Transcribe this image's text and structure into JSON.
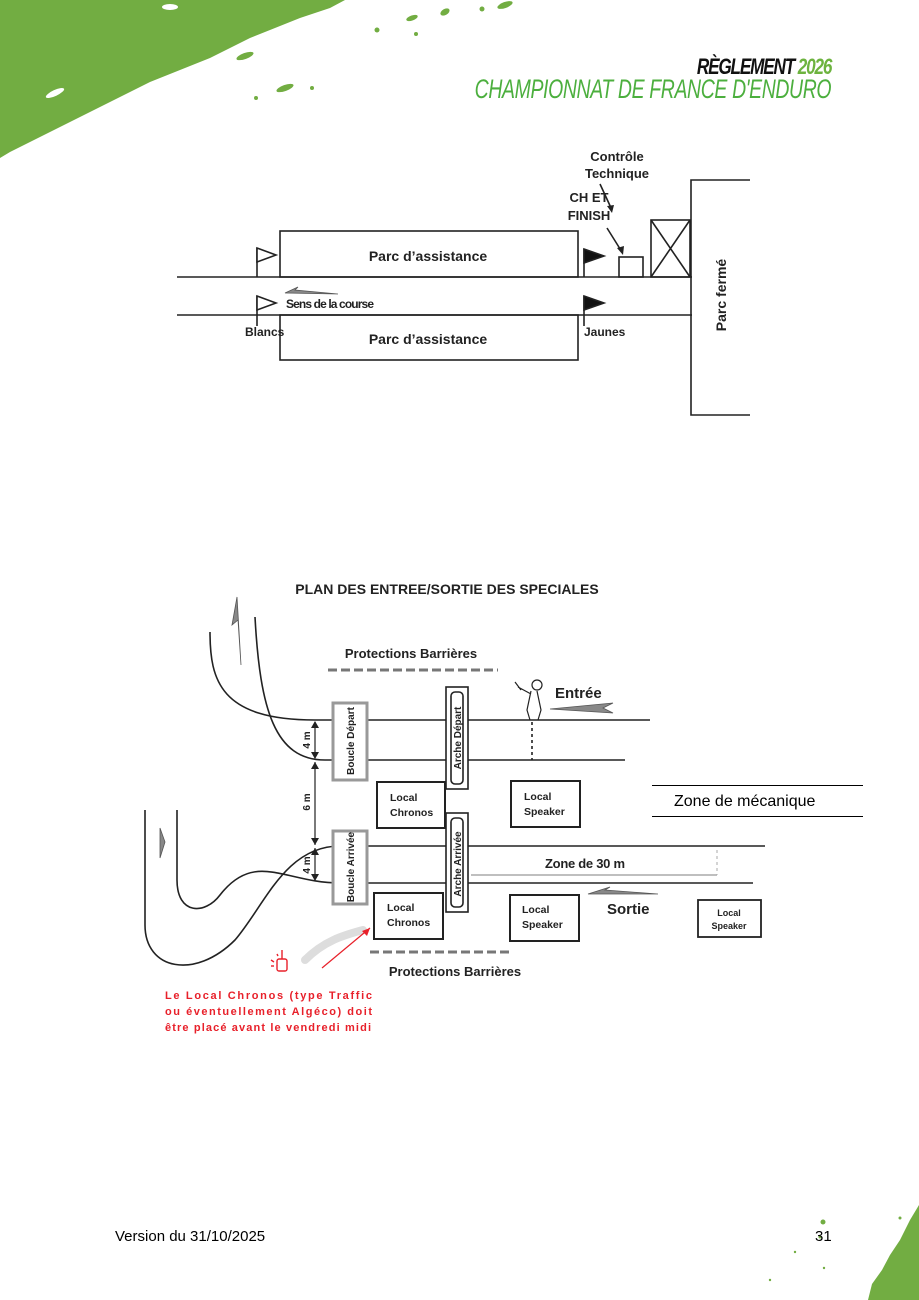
{
  "header": {
    "title_black": "RÈGLEMENT",
    "title_year": "2026",
    "subtitle": "CHAMPIONNAT DE FRANCE D'ENDURO"
  },
  "colors": {
    "brand_green": "#72ad42",
    "header_green": "#4caf3e",
    "annotation_red": "#e8202a"
  },
  "diagram1": {
    "labels": {
      "controle_technique_1": "Contrôle",
      "controle_technique_2": "Technique",
      "ch_finish_1": "CH ET",
      "ch_finish_2": "FINISH",
      "parc_assistance_top": "Parc d’assistance",
      "parc_assistance_bottom": "Parc d’assistance",
      "sens_course": "Sens de la course",
      "blancs": "Blancs",
      "jaunes": "Jaunes",
      "parc_ferme": "Parc fermé"
    }
  },
  "diagram2": {
    "title": "PLAN DES ENTREE/SORTIE DES SPECIALES",
    "labels": {
      "protections_top": "Protections Barrières",
      "protections_bottom": "Protections Barrières",
      "entree": "Entrée",
      "sortie": "Sortie",
      "boucle_depart": "Boucle Départ",
      "boucle_arrivee": "Boucle Arrivée",
      "arche_depart": "Arche Départ",
      "arche_arrivee": "Arche Arrivée",
      "dim_4m_top": "4 m",
      "dim_6m": "6 m",
      "dim_4m_bottom": "4 m",
      "zone_30m": "Zone de 30 m",
      "local_chronos_top_1": "Local",
      "local_chronos_top_2": "Chronos",
      "local_speaker_top_1": "Local",
      "local_speaker_top_2": "Speaker",
      "local_chronos_bottom_1": "Local",
      "local_chronos_bottom_2": "Chronos",
      "local_speaker_bottom_1": "Local",
      "local_speaker_bottom_2": "Speaker",
      "local_speaker_right_1": "Local",
      "local_speaker_right_2": "Speaker"
    },
    "note": [
      "Le Local Chronos (type Traffic",
      "ou éventuellement Algéco) doit",
      "être placé avant le vendredi midi"
    ],
    "zone_mecanique": "Zone de mécanique"
  },
  "footer": {
    "version": "Version du 31/10/2025",
    "page_number": "31"
  }
}
